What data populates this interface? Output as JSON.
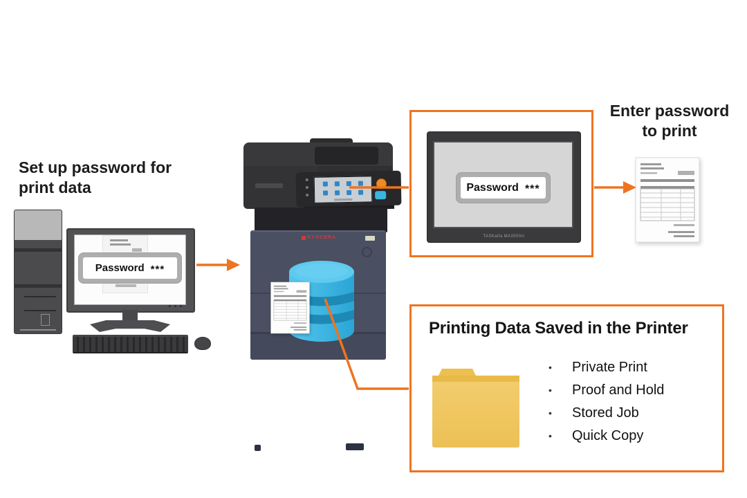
{
  "colors": {
    "accent_orange": "#EE7420",
    "database_blue": "#38B1DF",
    "folder_yellow": "#F0C75F",
    "printer_body": "#4A4F61"
  },
  "left": {
    "heading": "Set up password for print data",
    "monitor_dialog": {
      "label": "Password",
      "value": "***"
    }
  },
  "printer": {
    "brand": "KYOCERA"
  },
  "panel_zoom": {
    "dialog": {
      "label": "Password",
      "value": "***"
    },
    "model": "TASKalfa MA3500ci"
  },
  "right": {
    "heading": "Enter password to print"
  },
  "saved_box": {
    "title": "Printing Data Saved in the Printer",
    "items": [
      "Private Print",
      "Proof and Hold",
      "Stored Job",
      "Quick Copy"
    ]
  }
}
